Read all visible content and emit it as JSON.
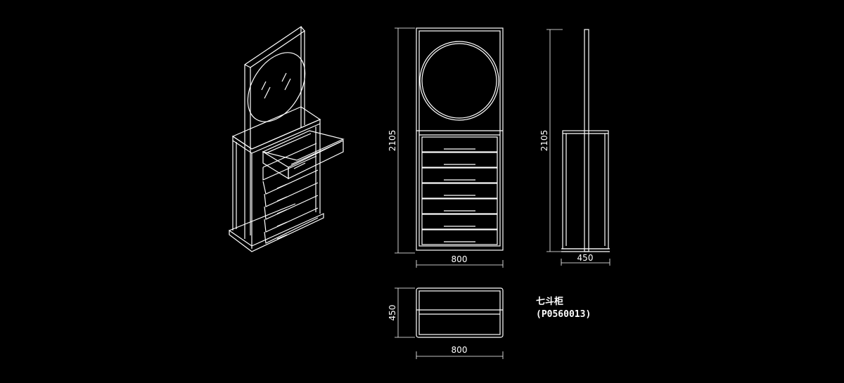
{
  "drawing": {
    "front_height": "2105",
    "front_width": "800",
    "side_height": "2105",
    "side_depth": "450",
    "top_depth": "450",
    "top_width": "800"
  },
  "product": {
    "name": "七斗柜",
    "code": "(P0560013)"
  },
  "colors": {
    "background": "#000000",
    "line": "#ffffff"
  }
}
